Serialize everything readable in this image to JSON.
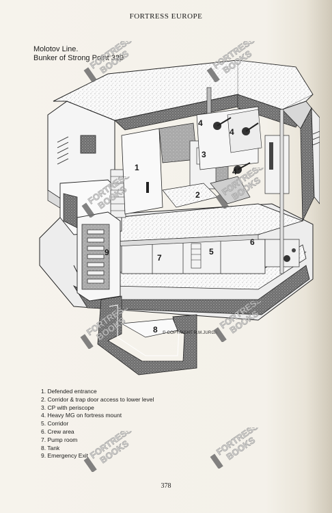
{
  "running_head": "FORTRESS EUROPE",
  "caption": {
    "line1": "Molotov Line.",
    "line2": "Bunker of Strong Point 329"
  },
  "callouts": [
    "1",
    "2",
    "3",
    "4",
    "4",
    "4",
    "5",
    "6",
    "7",
    "8",
    "9"
  ],
  "copyright": "© COPYRIGHT R.M.JURGA",
  "legend": [
    "1. Defended entrance",
    "2. Corridor & trap door access to lower level",
    "3. CP with periscope",
    "4. Heavy MG on fortress mount",
    "5. Corridor",
    "6. Crew area",
    "7. Pump room",
    "8. Tank",
    "9. Emergency Exit"
  ],
  "watermark": {
    "line1": "FORTRESS",
    "line2": "BOOKS"
  },
  "page_number": "378"
}
